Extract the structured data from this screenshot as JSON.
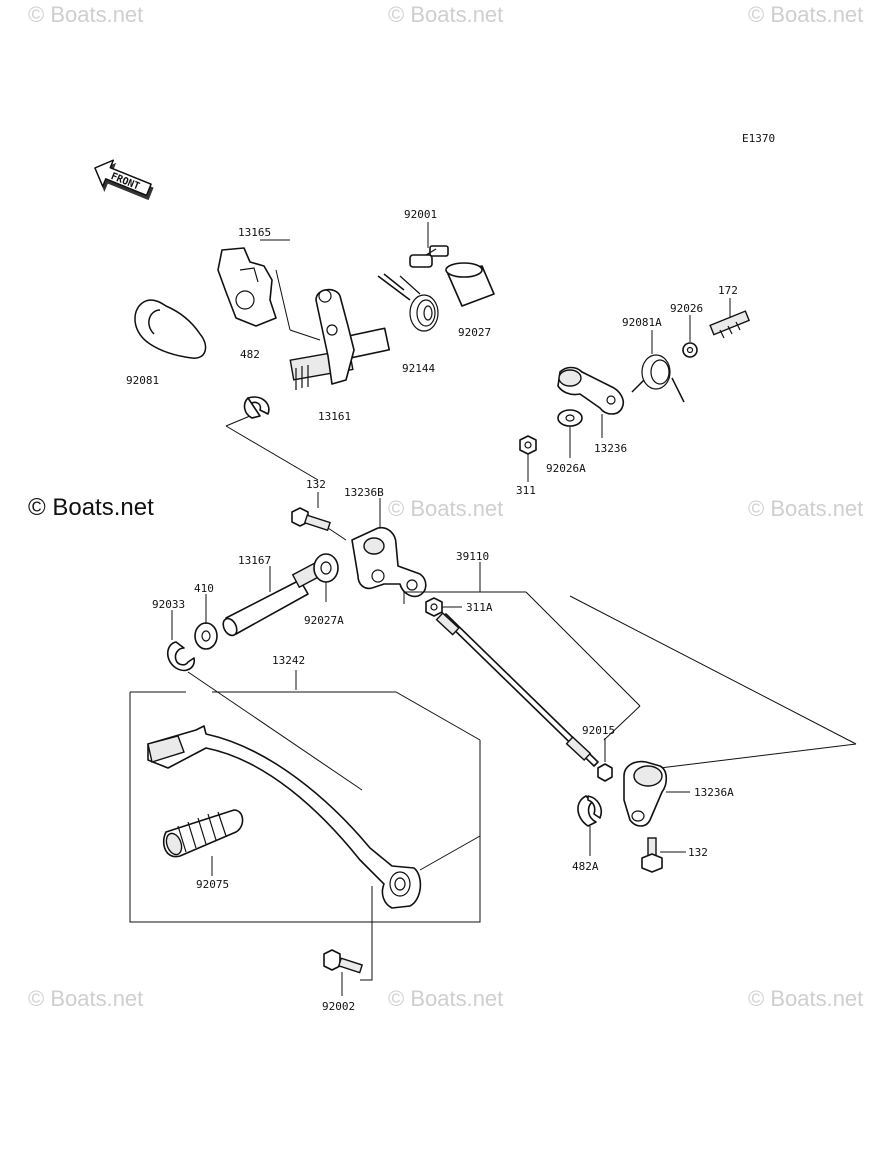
{
  "watermarks": {
    "faint": "© Boats.net",
    "main": "© Boats.net"
  },
  "diagram": {
    "code": "E1370",
    "direction": "FRONT"
  },
  "part_labels": {
    "p92001": "92001",
    "p13165": "13165",
    "p92081": "92081",
    "p482": "482",
    "p13161": "13161",
    "p92144": "92144",
    "p92027": "92027",
    "p92026": "92026",
    "p172": "172",
    "p92081A": "92081A",
    "p13236": "13236",
    "p92026A": "92026A",
    "p311": "311",
    "p132a": "132",
    "p13236B": "13236B",
    "p39110": "39110",
    "p13167": "13167",
    "p410": "410",
    "p92033": "92033",
    "p92027A": "92027A",
    "p311A": "311A",
    "p13242": "13242",
    "p92015": "92015",
    "p13236A": "13236A",
    "p482A": "482A",
    "p132b": "132",
    "p92075": "92075",
    "p92002": "92002"
  }
}
